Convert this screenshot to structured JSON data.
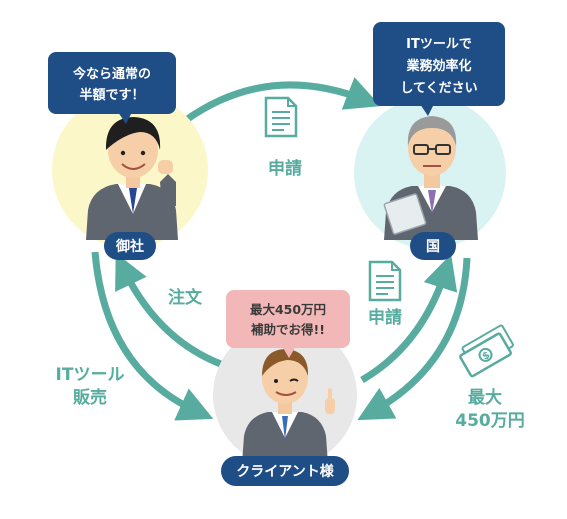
{
  "colors": {
    "teal": "#57AC9F",
    "navy": "#1F4D86",
    "pink": "#F2B8B8",
    "company_circle": "#FBF7C9",
    "country_circle": "#D9F2F2",
    "client_circle": "#E8E8E8"
  },
  "actors": {
    "company": {
      "label": "御社",
      "speech_lines": [
        "今なら通常の",
        "半額です！"
      ]
    },
    "country": {
      "label": "国",
      "speech_lines": [
        "ITツールで",
        "業務効率化",
        "してください"
      ]
    },
    "client": {
      "label": "クライアント様",
      "speech_lines": [
        "最大450万円",
        "補助でお得!!"
      ]
    }
  },
  "flows": {
    "company_to_country": "申請",
    "client_to_company": "注文",
    "client_to_country": "申請",
    "company_to_client": [
      "ITツール",
      "販売"
    ],
    "country_to_client": [
      "最大",
      "450万円"
    ]
  }
}
